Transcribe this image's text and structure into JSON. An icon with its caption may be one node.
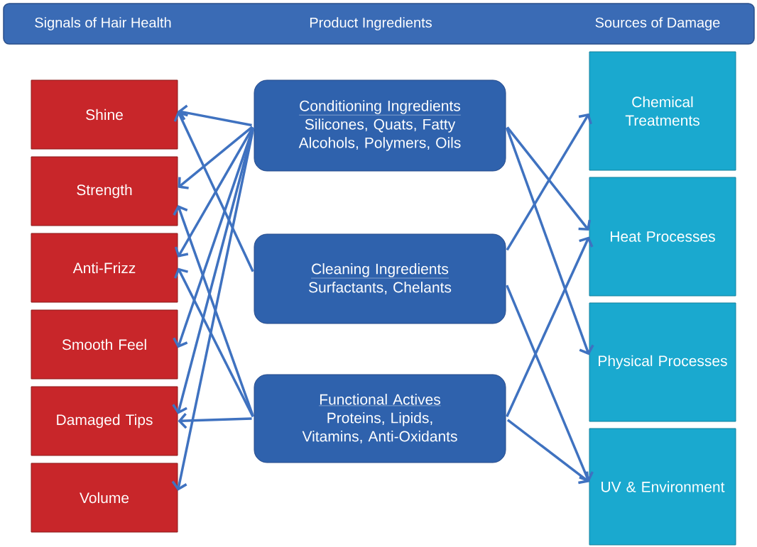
{
  "diagram": {
    "nodes": [
      {
        "text": [
          "Signals of Hair Health",
          "Product Ingredients",
          "Sources of Damage"
        ]
      },
      {
        "text": [
          "Shine"
        ]
      },
      {
        "text": [
          "Strength"
        ]
      },
      {
        "text": [
          "Anti-Frizz"
        ]
      },
      {
        "text": [
          "Smooth Feel"
        ]
      },
      {
        "text": [
          "Damaged Tips"
        ]
      },
      {
        "text": [
          "Volume"
        ]
      },
      {
        "text": [
          "Conditioning Ingredients",
          "Silicones, Quats, Fatty Alcohols, Polymers, Oils"
        ]
      },
      {
        "text": [
          "Cleaning Ingredients",
          "Surfactants, Chelants"
        ]
      },
      {
        "text": [
          "Functional Actives",
          "Proteins, Lipids, Vitamins, Anti-Oxidants"
        ]
      },
      {
        "text": [
          "Chemical Treatments"
        ]
      },
      {
        "text": [
          "Heat Processes"
        ]
      },
      {
        "text": [
          "Physical Processes"
        ]
      },
      {
        "text": [
          "UV & Environment"
        ]
      }
    ],
    "edges": [
      {
        "from": 7,
        "to": 1,
        "arrow": "to"
      },
      {
        "from": 7,
        "to": 2,
        "arrow": "to"
      },
      {
        "from": 7,
        "to": 3,
        "arrow": "to"
      },
      {
        "from": 7,
        "to": 4,
        "arrow": "to"
      },
      {
        "from": 7,
        "to": 5,
        "arrow": "to"
      },
      {
        "from": 7,
        "to": 6,
        "arrow": "to"
      },
      {
        "from": 8,
        "to": 1,
        "arrow": "to"
      },
      {
        "from": 9,
        "to": 2,
        "arrow": "to"
      },
      {
        "from": 9,
        "to": 3,
        "arrow": "to"
      },
      {
        "from": 9,
        "to": 5,
        "arrow": "to"
      },
      {
        "from": 7,
        "to": 11,
        "arrow": "to"
      },
      {
        "from": 7,
        "to": 12,
        "arrow": "to"
      },
      {
        "from": 8,
        "to": 10,
        "arrow": "to"
      },
      {
        "from": 8,
        "to": 13,
        "arrow": "to"
      },
      {
        "from": 9,
        "to": 11,
        "arrow": "to"
      },
      {
        "from": 9,
        "to": 13,
        "arrow": "to"
      }
    ]
  }
}
